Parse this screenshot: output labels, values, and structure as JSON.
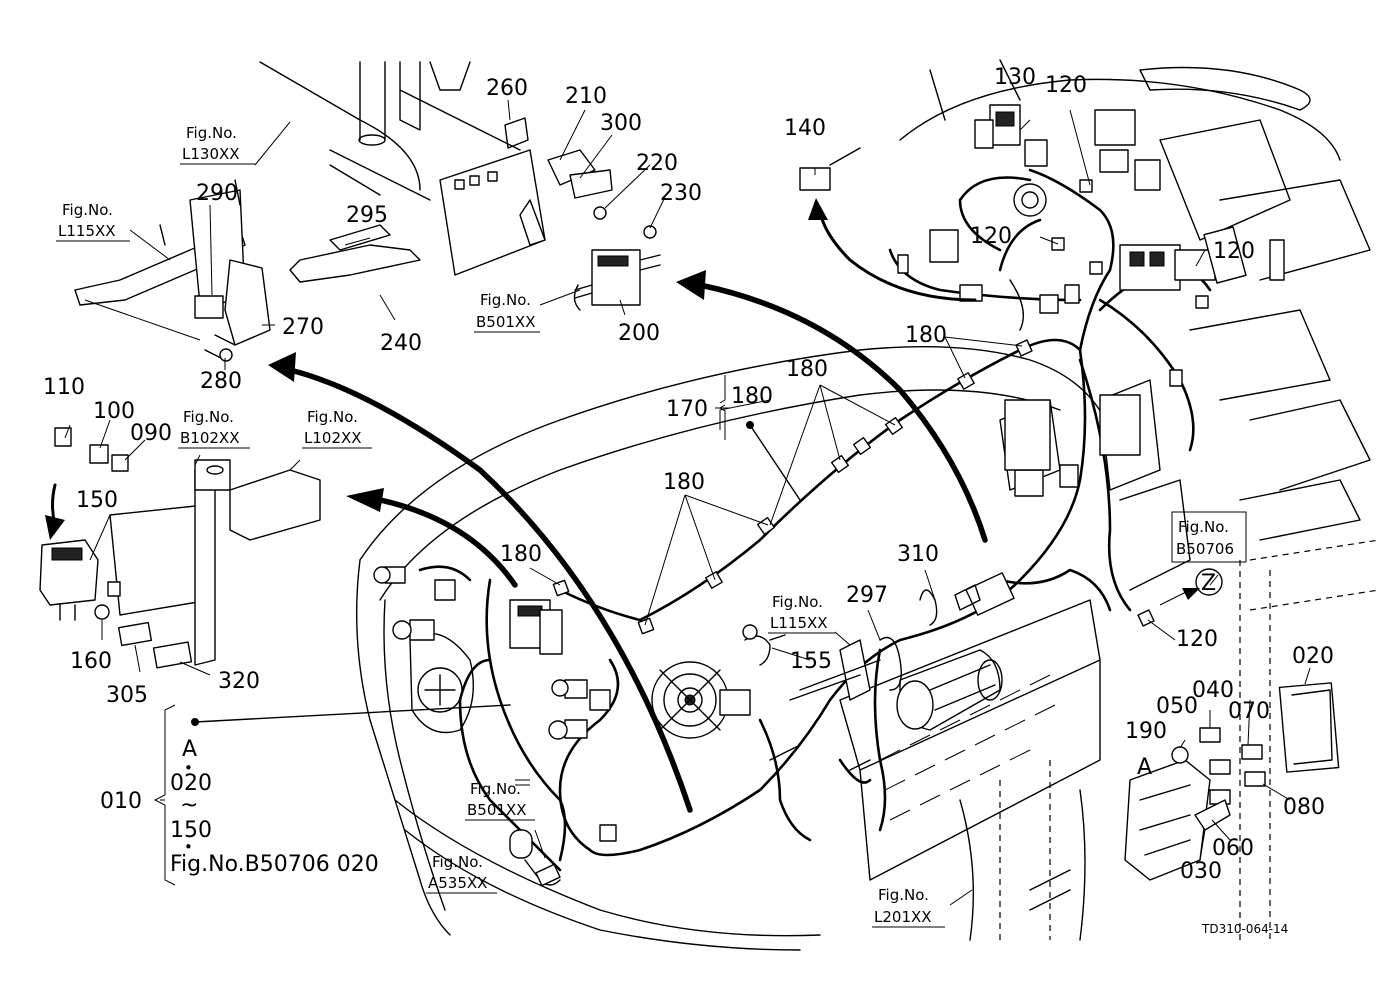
{
  "part_numbers": {
    "p010": "010",
    "p020": "020",
    "p030": "030",
    "p040": "040",
    "p050": "050",
    "p060": "060",
    "p070": "070",
    "p080": "080",
    "p090": "090",
    "p100": "100",
    "p110": "110",
    "p120": "120",
    "p130": "130",
    "p140": "140",
    "p150": "150",
    "p155": "155",
    "p160": "160",
    "p170": "170",
    "p180": "180",
    "p190": "190",
    "p200": "200",
    "p210": "210",
    "p220": "220",
    "p230": "230",
    "p240": "240",
    "p260": "260",
    "p270": "270",
    "p280": "280",
    "p290": "290",
    "p295": "295",
    "p297": "297",
    "p300": "300",
    "p305": "305",
    "p310": "310",
    "p320": "320"
  },
  "fig_refs": {
    "prefix": "Fig.No.",
    "l130": "L130XX",
    "l115": "L115XX",
    "b501": "B501XX",
    "b102": "B102XX",
    "l102": "L102XX",
    "b50706": "B50706",
    "a535": "A535XX",
    "l201": "L201XX"
  },
  "legend": {
    "marker_a": "A",
    "range_from": "020",
    "tilde": "~",
    "range_to": "150",
    "dot": "•",
    "footnote": "Fig.No.B50706  020"
  },
  "view_marker_z": "Z",
  "detail_marker_a": "A",
  "drawing_code": "TD310-064-14"
}
